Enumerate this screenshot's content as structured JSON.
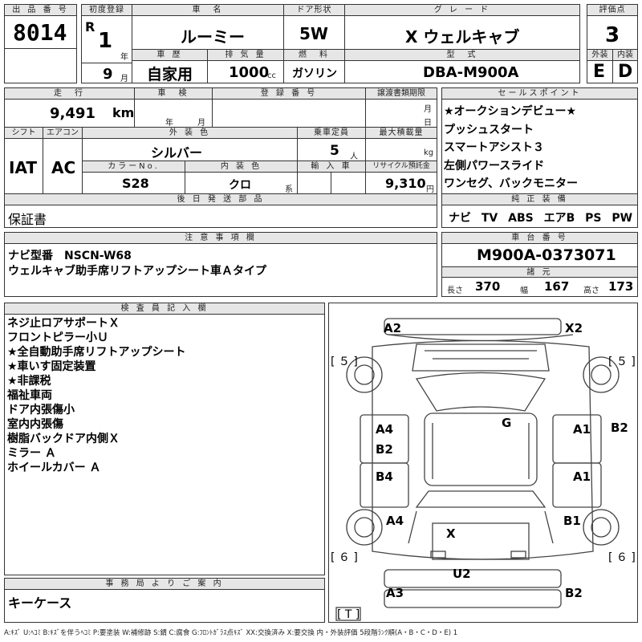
{
  "header": {
    "lot_label": "出 品 番 号",
    "lot_no": "8014",
    "reg_label": "初度登録",
    "era": "R",
    "year": "1",
    "year_unit": "年",
    "month": "9",
    "month_unit": "月",
    "name_label": "車　名",
    "car_name": "ルーミー",
    "history_label": "車 歴",
    "history": "自家用",
    "disp_label": "排 気 量",
    "displacement": "1000",
    "disp_unit": "cc",
    "door_label": "ドア形状",
    "door": "5W",
    "fuel_label": "燃　料",
    "fuel": "ガソリン",
    "grade_label": "グ レ ー ド",
    "grade": "X ウェルキャブ",
    "model_label": "型　式",
    "model": "DBA-M900A",
    "score_label": "評価点",
    "score": "3",
    "ext_label": "外装",
    "ext": "E",
    "int_label": "内装",
    "int": "D"
  },
  "row2": {
    "mileage_label": "走　行",
    "mileage": "9,491",
    "mileage_unit": "km",
    "inspect_label": "車　検",
    "inspect_y": "年",
    "inspect_m": "月",
    "plate_label": "登 録 番 号",
    "transfer_label": "譲渡書類期限",
    "transfer_m": "月",
    "transfer_d": "日",
    "shift_label": "シフト",
    "shift": "IAT",
    "ac_label": "エアコン",
    "ac": "AC",
    "color_label": "外 装 色",
    "color": "シルバー",
    "cap_label": "乗車定員",
    "capacity": "5",
    "cap_unit": "人",
    "load_label": "最大積載量",
    "load_unit": "kg",
    "colorno_label": "カラーNo.",
    "color_no": "S28",
    "intcolor_label": "内 装 色",
    "int_color": "クロ",
    "int_color_unit": "系",
    "import_label": "輸 入 車",
    "recycle_label": "リサイクル預託金",
    "recycle": "9,310",
    "recycle_unit": "円",
    "delivery_label": "後 日 発 送 部 品",
    "delivery": "保証書"
  },
  "sales": {
    "label": "セールスポイント",
    "items": [
      "★オークションデビュー★",
      "プッシュスタート",
      "スマートアシスト３",
      "左側パワースライド",
      "ワンセグ、バックモニター"
    ]
  },
  "equipment": {
    "label": "純 正 装 備",
    "items": [
      "ナビ",
      "TV",
      "ABS",
      "エアB",
      "PS",
      "PW"
    ]
  },
  "notes": {
    "label": "注 意 事 項 欄",
    "line1": "ナビ型番　NSCN-W68",
    "line2": "ウェルキャブ助手席リフトアップシート車Ａタイプ"
  },
  "chassis": {
    "label": "車 台 番 号",
    "number": "M900A-0373071"
  },
  "dims": {
    "label": "諸 元",
    "length_label": "長さ",
    "length": "370",
    "width_label": "幅",
    "width": "167",
    "height_label": "高さ",
    "height": "173"
  },
  "inspector": {
    "label": "検 査 員 記 入 欄",
    "lines": [
      "ネジ止ロアサポートＸ",
      "フロントピラー小Ｕ",
      "★全自動助手席リフトアップシート",
      "★車いす固定装置",
      "★非課税",
      "福祉車両",
      "ドア内張傷小",
      "室内内張傷",
      "樹脂バックドア内側Ｘ",
      "ミラー Ａ",
      "ホイールカバー Ａ"
    ]
  },
  "office": {
    "label": "事 務 局 よ り ご 案 内",
    "text": "キーケース"
  },
  "diagram": {
    "marks": [
      "A2",
      "X2",
      "G",
      "A4",
      "B2",
      "A1",
      "B2",
      "B4",
      "A1",
      "A4",
      "X",
      "B1",
      "U2",
      "A3",
      "B2"
    ],
    "tire_labels": [
      "５",
      "５",
      "６",
      "６",
      "T"
    ]
  },
  "legend": "A:ｷｽﾞ U:ﾍｺﾐ B:ｷｽﾞを伴うﾍｺﾐ P:要塗装 W:補修跡 S:錆 C:腐食 G:ﾌﾛﾝﾄｶﾞﾗｽ点ｷｽﾞ XX:交換済み X:要交換 内・外装評価 5段階ﾗﾝｸ順(A・B・C・D・E) 1"
}
